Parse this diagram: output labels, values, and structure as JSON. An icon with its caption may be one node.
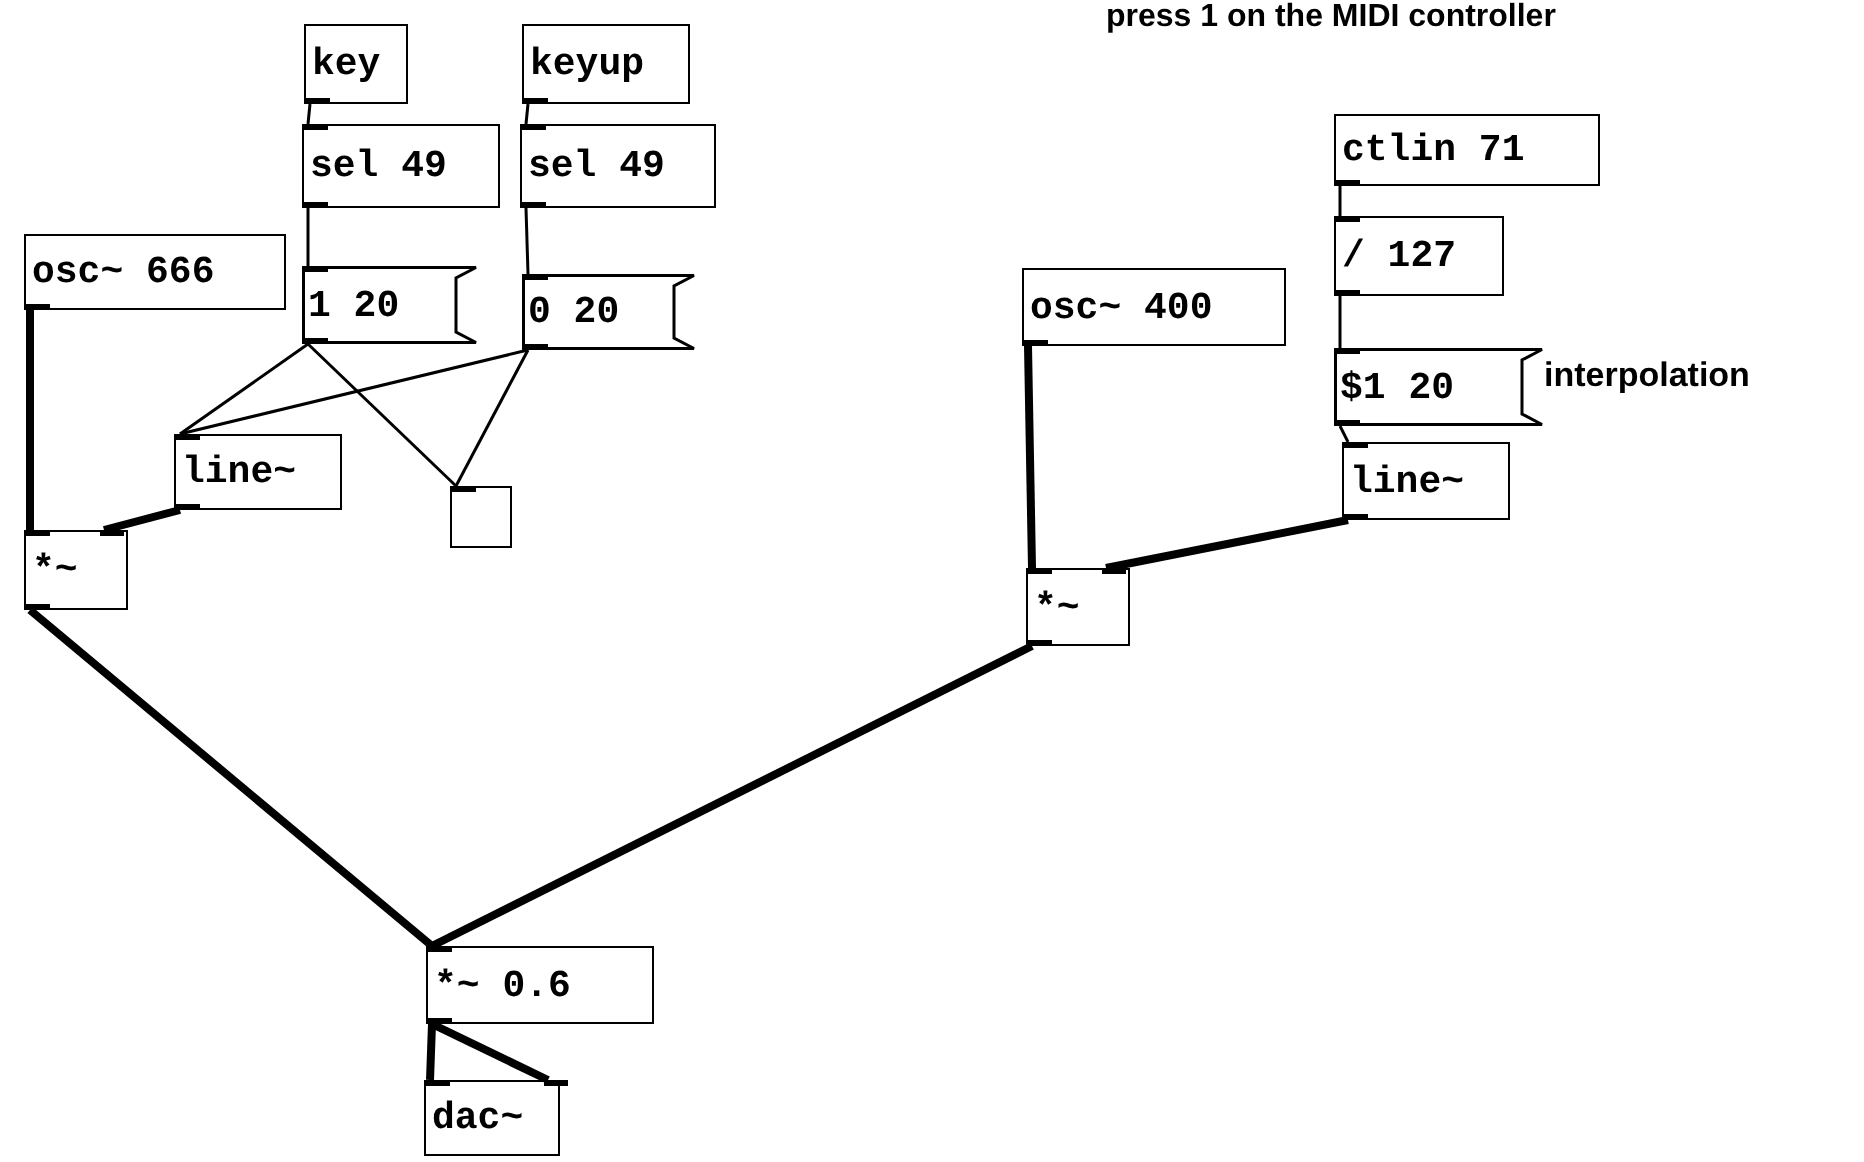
{
  "diagram": {
    "nodes": [
      {
        "text": [
          "key"
        ]
      },
      {
        "text": [
          "keyup"
        ]
      },
      {
        "text": [
          "sel 49"
        ]
      },
      {
        "text": [
          "sel 49"
        ]
      },
      {
        "text": [
          "osc~ 666"
        ]
      },
      {
        "text": [
          "1 20"
        ]
      },
      {
        "text": [
          "0 20"
        ]
      },
      {
        "text": [
          "line~"
        ]
      },
      {
        "text": [],
        "shape": "box"
      },
      {
        "text": [
          "*~"
        ]
      },
      {
        "text": [
          "ctlin 71"
        ]
      },
      {
        "text": [
          "/ 127"
        ]
      },
      {
        "text": [
          "osc~ 400"
        ]
      },
      {
        "text": [
          "$1 20"
        ],
        "beside": [
          "interpolation"
        ]
      },
      {
        "text": [
          "line~"
        ]
      },
      {
        "text": [
          "*~"
        ]
      },
      {
        "text": [
          "*~ 0.6"
        ]
      },
      {
        "text": [
          "dac~"
        ]
      }
    ],
    "edges": [
      {
        "from": 0,
        "to": 2,
        "arrow": "other"
      },
      {
        "from": 1,
        "to": 3,
        "arrow": "other"
      },
      {
        "from": 2,
        "to": 5,
        "arrow": "other"
      },
      {
        "from": 3,
        "to": 6,
        "arrow": "other"
      },
      {
        "from": 5,
        "to": 7,
        "arrow": "other"
      },
      {
        "from": 5,
        "to": 8,
        "arrow": "other"
      },
      {
        "from": 6,
        "to": 7,
        "arrow": "other"
      },
      {
        "from": 6,
        "to": 8,
        "arrow": "other"
      },
      {
        "from": 4,
        "to": 9,
        "arrow": "other",
        "style": "thick"
      },
      {
        "from": 7,
        "to": 9,
        "arrow": "other",
        "style": "thick"
      },
      {
        "from": 10,
        "to": 11,
        "arrow": "other"
      },
      {
        "from": 11,
        "to": 13,
        "arrow": "other"
      },
      {
        "from": 13,
        "to": 14,
        "arrow": "other"
      },
      {
        "from": 12,
        "to": 15,
        "arrow": "other",
        "style": "thick"
      },
      {
        "from": 14,
        "to": 15,
        "arrow": "other",
        "style": "thick"
      },
      {
        "from": 9,
        "to": 16,
        "arrow": "other",
        "style": "thick"
      },
      {
        "from": 15,
        "to": 16,
        "arrow": "other",
        "style": "thick"
      },
      {
        "from": 16,
        "to": 17,
        "arrow": "other",
        "style": "thick"
      },
      {
        "from": 16,
        "to": 17,
        "arrow": "other",
        "style": "thick"
      }
    ],
    "labels": [
      "press 1 on the MIDI controller"
    ]
  }
}
